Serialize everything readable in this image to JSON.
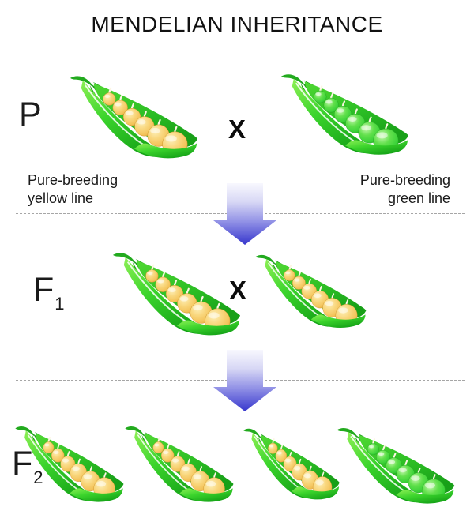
{
  "title": "MENDELIAN INHERITANCE",
  "rows": {
    "p": {
      "label": "P",
      "cross": "X",
      "pods": [
        "yellow peas",
        "green peas"
      ],
      "left_caption": {
        "line1": "Pure-breeding",
        "line2": "yellow line"
      },
      "right_caption": {
        "line1": "Pure-breeding",
        "line2": "green line"
      }
    },
    "f1": {
      "label": "F",
      "subscript": "1",
      "cross": "X",
      "pods": [
        "yellow peas",
        "yellow peas"
      ]
    },
    "f2": {
      "label": "F",
      "subscript": "2",
      "pods": [
        "yellow peas",
        "yellow peas",
        "yellow peas",
        "green peas"
      ]
    }
  },
  "colors": {
    "pod_green": "#3bd42c",
    "pod_dark_green": "#18a018",
    "pea_yellow": "#f3c35a",
    "pea_green": "#3bd239",
    "arrow_blue": "#3737cd",
    "dashed_line": "#a6a6a6",
    "text": "#1a1a1a"
  }
}
